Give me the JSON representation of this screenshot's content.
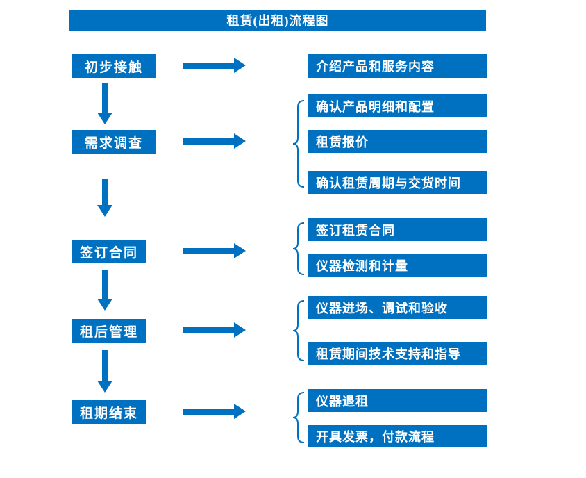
{
  "title": "租赁(出租)流程图",
  "colors": {
    "primary": "#0070C0",
    "box_text": "#FFFFFF",
    "background": "#FFFFFF"
  },
  "steps": [
    {
      "label": "初步接触",
      "outputs": [
        "介绍产品和服务内容"
      ]
    },
    {
      "label": "需求调查",
      "outputs": [
        "确认产品明细和配置",
        "租赁报价",
        "确认租赁周期与交货时间"
      ]
    },
    {
      "label": "签订合同",
      "outputs": [
        "签订租赁合同",
        "仪器检测和计量"
      ]
    },
    {
      "label": "租后管理",
      "outputs": [
        "仪器进场、调试和验收",
        "租赁期间技术支持和指导"
      ]
    },
    {
      "label": "租期结束",
      "outputs": [
        "仪器退租",
        "开具发票，付款流程"
      ]
    }
  ]
}
